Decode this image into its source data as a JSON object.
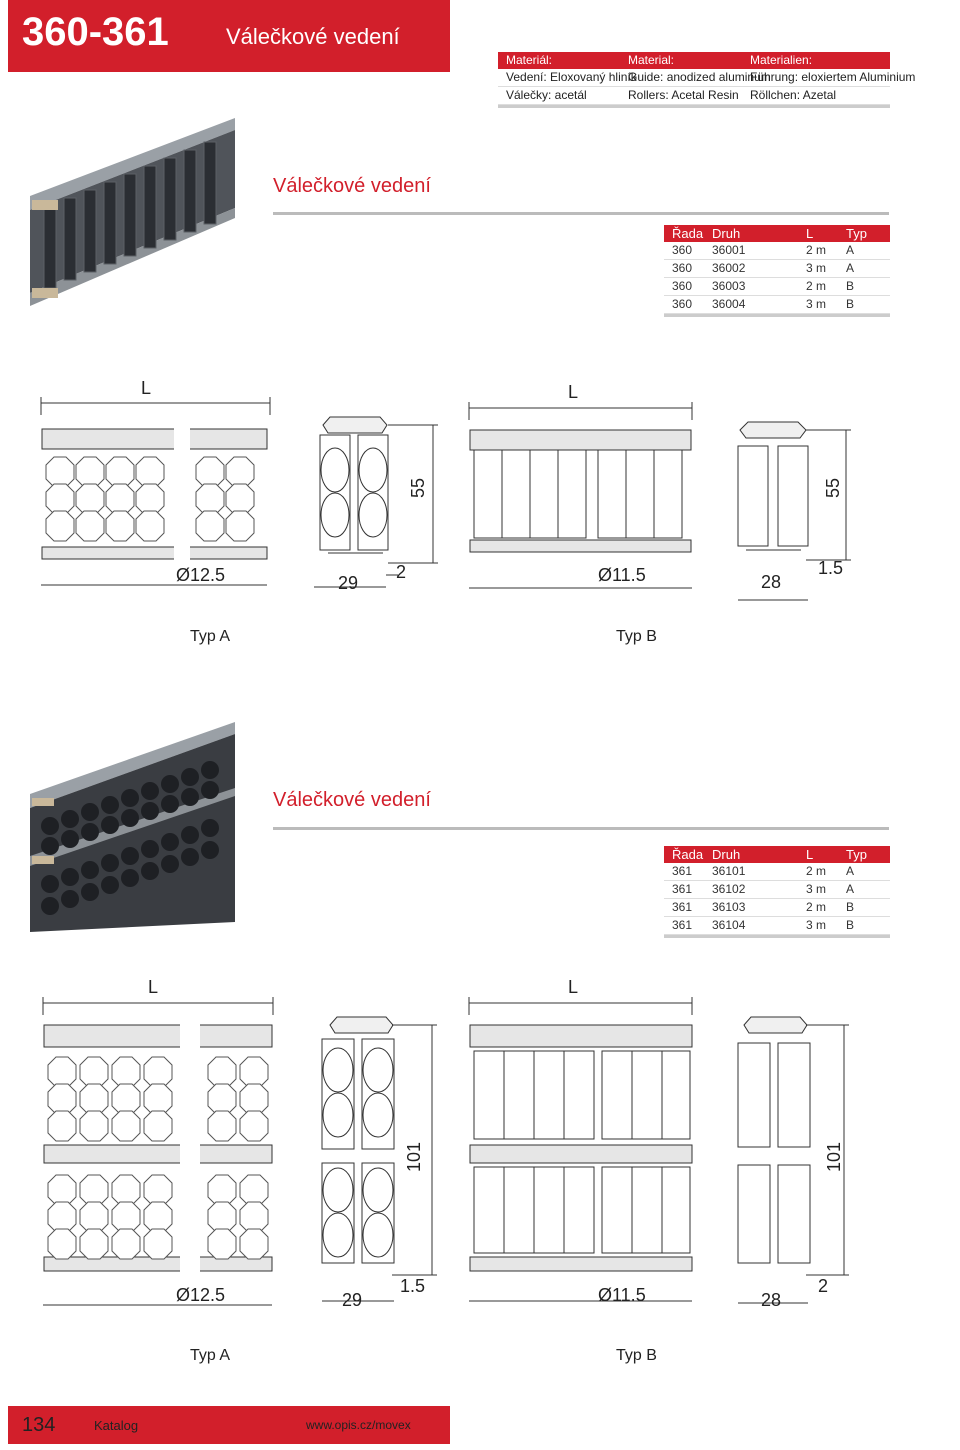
{
  "header": {
    "code": "360-361",
    "title": "Válečkové vedení"
  },
  "materials": {
    "head": [
      "Materiál:",
      "Material:",
      "Materialien:"
    ],
    "guide": [
      "Vedení: Eloxovaný hliník",
      "Guide: anodized aluminum",
      "Führung: eloxiertem Aluminium"
    ],
    "rollers": [
      "Válečky: acetál",
      "Rollers: Acetal Resin",
      "Röllchen: Azetal"
    ]
  },
  "section360": {
    "title": "Válečkové vedení",
    "columns": [
      "Řada",
      "Druh",
      "L",
      "Typ"
    ],
    "rows": [
      [
        "360",
        "36001",
        "2 m",
        "A"
      ],
      [
        "360",
        "36002",
        "3 m",
        "A"
      ],
      [
        "360",
        "36003",
        "2 m",
        "B"
      ],
      [
        "360",
        "36004",
        "3 m",
        "B"
      ]
    ],
    "drawing": {
      "l_a": "L",
      "l_b": "L",
      "diam_a": "Ø12.5",
      "diam_b": "Ø11.5",
      "w_a": "29",
      "h_a": "55",
      "t_a": "2",
      "w_b": "28",
      "h_b": "55",
      "t_b": "1.5",
      "typ_a": "Typ A",
      "typ_b": "Typ B"
    }
  },
  "section361": {
    "title": "Válečkové vedení",
    "columns": [
      "Řada",
      "Druh",
      "L",
      "Typ"
    ],
    "rows": [
      [
        "361",
        "36101",
        "2 m",
        "A"
      ],
      [
        "361",
        "36102",
        "3 m",
        "A"
      ],
      [
        "361",
        "36103",
        "2 m",
        "B"
      ],
      [
        "361",
        "36104",
        "3 m",
        "B"
      ]
    ],
    "drawing": {
      "l_a": "L",
      "l_b": "L",
      "diam_a": "Ø12.5",
      "diam_b": "Ø11.5",
      "w_a": "29",
      "h_a": "101",
      "t_a": "1.5",
      "w_b": "28",
      "h_b": "101",
      "t_b": "2",
      "typ_a": "Typ A",
      "typ_b": "Typ B"
    }
  },
  "footer": {
    "page": "134",
    "label": "Katalog",
    "url": "www.opis.cz/movex"
  }
}
